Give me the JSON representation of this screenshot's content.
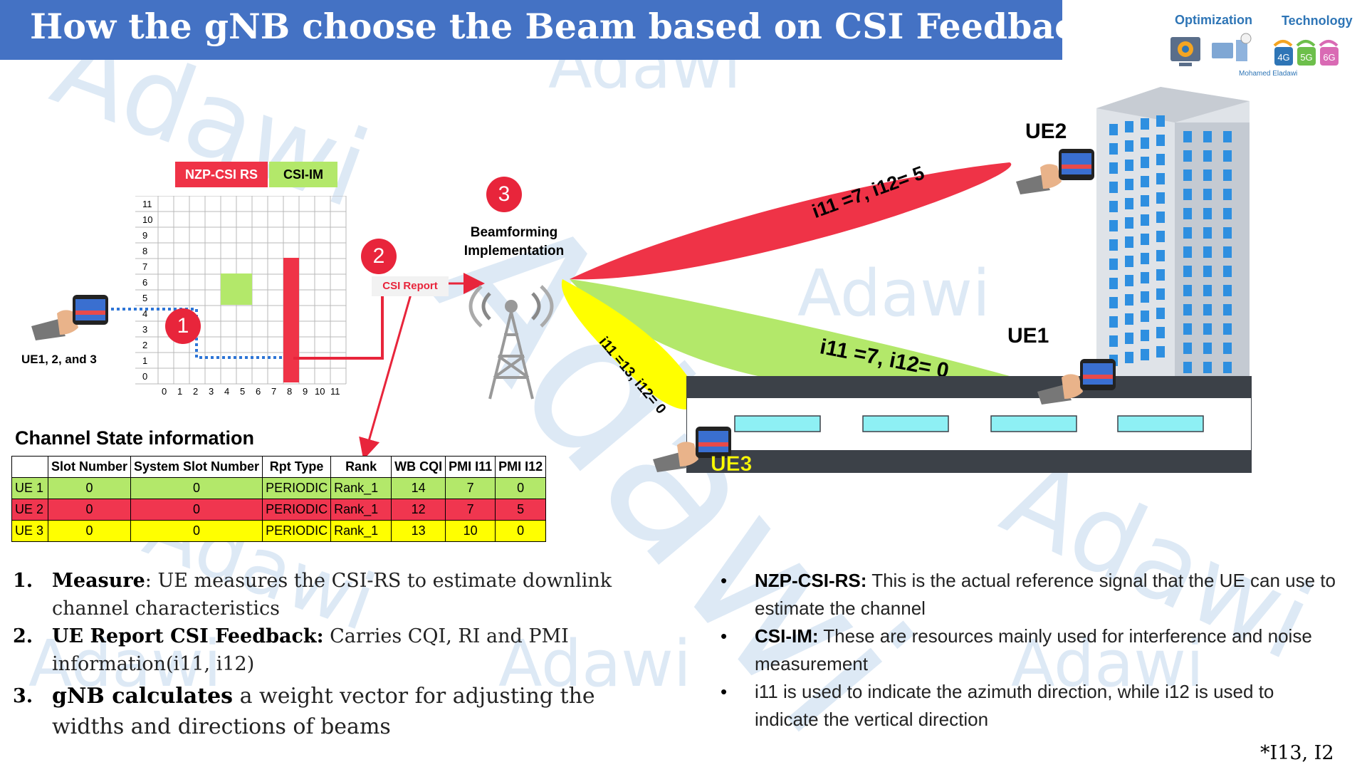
{
  "title": "How the gNB choose the Beam based on CSI Feedback?",
  "logo": {
    "left_label": "Optimization",
    "right_label": "Technology",
    "author": "Mohamed Eladawi",
    "gen_badges": [
      "4G",
      "5G",
      "6G"
    ]
  },
  "watermark": "Adawi",
  "legend": {
    "nzp_label": "NZP-CSI RS",
    "im_label": "CSI-IM",
    "nzp_color": "#ef3347",
    "im_color": "#b3e86a"
  },
  "grid": {
    "y_ticks": [
      "11",
      "10",
      "9",
      "8",
      "7",
      "6",
      "5",
      "4",
      "3",
      "2",
      "1",
      "0"
    ],
    "x_ticks": [
      "0",
      "1",
      "2",
      "3",
      "4",
      "5",
      "6",
      "7",
      "8",
      "9",
      "10",
      "11"
    ]
  },
  "steps": {
    "one": "1",
    "two": "2",
    "three": "3"
  },
  "ue_group_label": "UE1, 2, and 3",
  "csi_report_label": "CSI Report",
  "beamforming_label_1": "Beamforming",
  "beamforming_label_2": "Implementation",
  "beams": {
    "ue2": "i11 =7, i12= 5",
    "ue1": "i11 =7, i12= 0",
    "ue3": "i11 =13, i12= 0"
  },
  "ue_labels": {
    "ue1": "UE1",
    "ue2": "UE2",
    "ue3": "UE3"
  },
  "table": {
    "title": "Channel State information",
    "headers": [
      "",
      "Slot Number",
      "System Slot Number",
      "Rpt Type",
      "Rank",
      "WB CQI",
      "PMI I11",
      "PMI I12"
    ],
    "rows": [
      [
        "UE 1",
        "0",
        "0",
        "PERIODIC",
        "Rank_1",
        "14",
        "7",
        "0"
      ],
      [
        "UE 2",
        "0",
        "0",
        "PERIODIC",
        "Rank_1",
        "12",
        "7",
        "5"
      ],
      [
        "UE 3",
        "0",
        "0",
        "PERIODIC",
        "Rank_1",
        "13",
        "10",
        "0"
      ]
    ]
  },
  "numbered_list": [
    {
      "num": "1.",
      "bold": "Measure",
      "text": ": UE measures the CSI-RS to estimate downlink channel characteristics"
    },
    {
      "num": "2.",
      "bold": "UE Report CSI Feedback:",
      "text": " Carries CQI, RI and PMI information(i11, i12)"
    },
    {
      "num": "3.",
      "bold": "gNB calculates",
      "text": " a weight vector for adjusting the widths and directions of beams"
    }
  ],
  "bullets": [
    {
      "bold": "NZP-CSI-RS:",
      "text": " This is the actual reference signal that the UE can use to estimate the channel"
    },
    {
      "bold": "CSI-IM:",
      "text": " These are resources mainly used for interference and noise measurement"
    },
    {
      "bold": "",
      "text": "i11 is used to indicate the azimuth direction, while i12 is used to indicate the vertical direction"
    }
  ],
  "footnote": "*I13, I2",
  "colors": {
    "title_bar": "#4472c4",
    "red": "#ef3347",
    "green": "#b3e86a",
    "yellow": "#ffff00",
    "accent_blue": "#2e75b6"
  },
  "icons": [
    "phone-in-hand-icon",
    "antenna-tower-icon",
    "building-icon",
    "road-icon"
  ]
}
